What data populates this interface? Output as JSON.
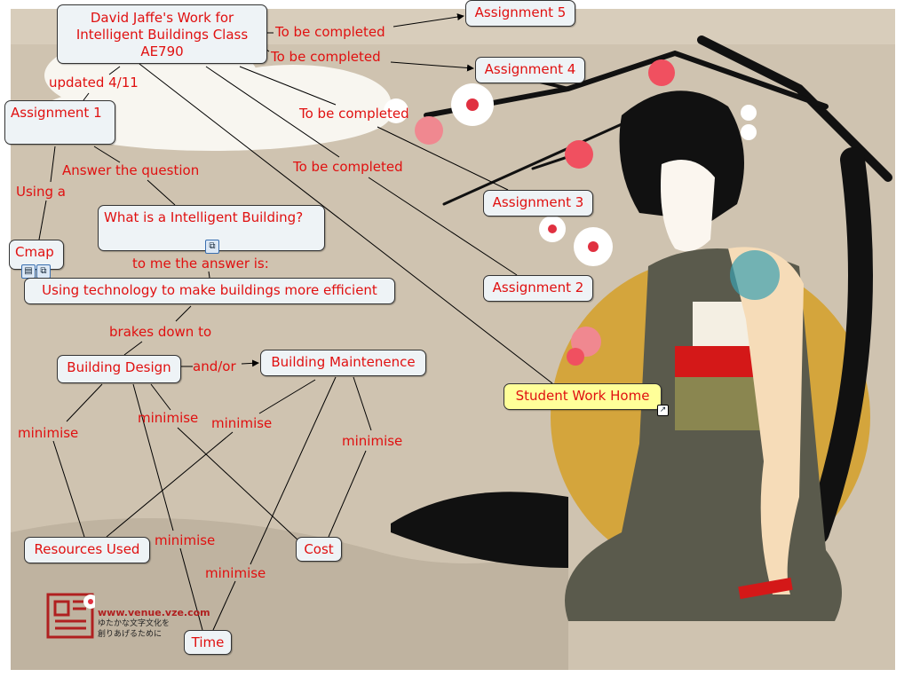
{
  "colors": {
    "text": "#e01010",
    "node_bg": "#eef3f6",
    "home_bg": "#ffff99",
    "background": "#cfc3b0",
    "sun": "#d4a53c"
  },
  "nodes": {
    "root": [
      "David Jaffe's Work for",
      "Intelligent Buildings Class",
      "AE790"
    ],
    "assignment5": "Assignment 5",
    "assignment4": "Assignment 4",
    "assignment3": "Assignment 3",
    "assignment2": "Assignment 2",
    "assignment1": "Assignment 1",
    "student_work_home": "Student Work Home",
    "question": "What is a Intelligent Building?",
    "cmap": "Cmap",
    "answer": "Using technology to make buildings more efficient",
    "building_design": "Building Design",
    "building_maintenance": "Building Maintenence",
    "resources_used": "Resources Used",
    "cost": "Cost",
    "time": "Time"
  },
  "links": {
    "tbc1": "To be completed",
    "tbc2": "To be completed",
    "tbc3": "To be completed",
    "tbc4": "To be completed",
    "updated": "updated 4/11",
    "answer_q": "Answer the question",
    "using_a": "Using a",
    "to_me": "to me the answer is:",
    "brakes": "brakes down to",
    "and_or": "and/or",
    "min1": "minimise",
    "min2": "minimise",
    "min3": "minimise",
    "min4": "minimise",
    "min5": "minimise",
    "min6": "minimise"
  },
  "icons": {
    "resource": "document-icon",
    "submap": "concept-map-icon",
    "shortcut": "link-arrow-icon"
  },
  "logo": {
    "url": "www.venue.vze.com",
    "tagline": [
      "ゆたかな文字文化を",
      "創りあげるために"
    ]
  }
}
